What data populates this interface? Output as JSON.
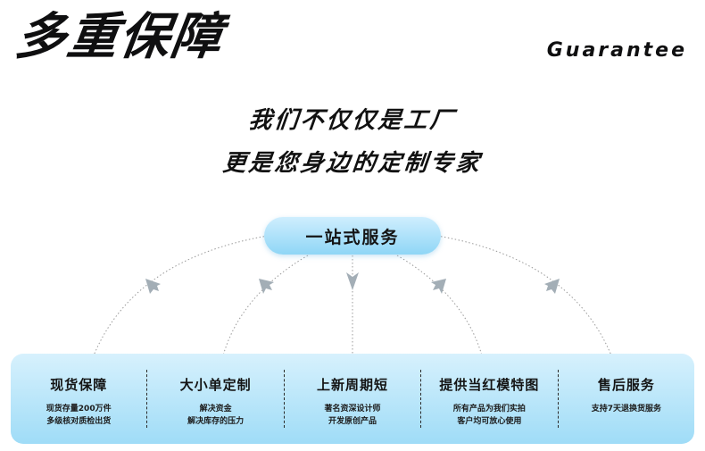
{
  "header": {
    "title_cn": "多重保障",
    "title_en": "Guarantee"
  },
  "subtitle": {
    "line1": "我们不仅仅是工厂",
    "line2": "更是您身边的定制专家"
  },
  "service": {
    "label": "一站式服务"
  },
  "features": [
    {
      "title": "现货保障",
      "line1": "现货存量200万件",
      "line2": "多级核对质检出货"
    },
    {
      "title": "大小单定制",
      "line1": "解决资金",
      "line2": "解决库存的压力"
    },
    {
      "title": "上新周期短",
      "line1": "著名资深设计师",
      "line2": "开发原创产品"
    },
    {
      "title": "提供当红模特图",
      "line1": "所有产品为我们实拍",
      "line2": "客户均可放心使用"
    },
    {
      "title": "售后服务",
      "line1": "支持7天退换货服务",
      "line2": ""
    }
  ],
  "colors": {
    "accent_light": "#d7f1fd",
    "accent": "#9fdcf7",
    "text": "#141414",
    "arrow": "#9aa6ae"
  },
  "icons": [
    "arrow-down-left-icon",
    "arrow-down-icon",
    "arrow-down-right-icon"
  ]
}
